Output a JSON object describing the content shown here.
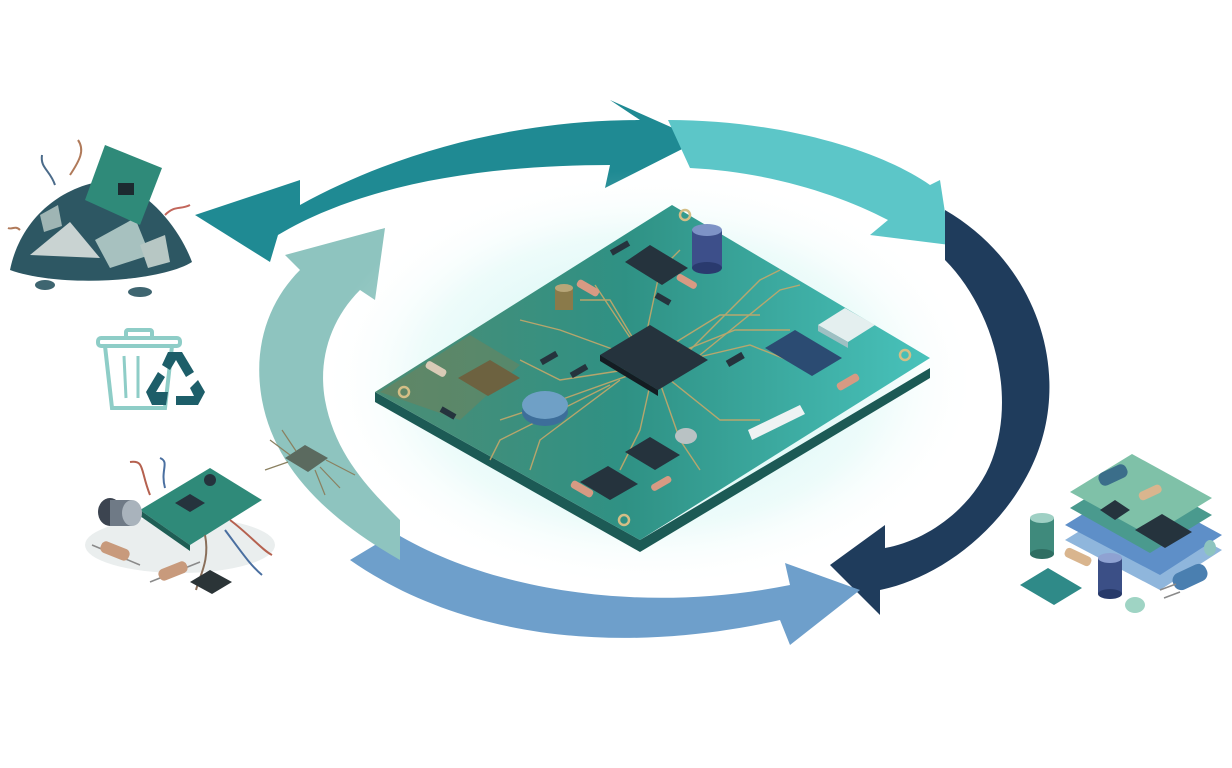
{
  "diagram": {
    "type": "circular-lifecycle",
    "center": "circuit-board",
    "stages": [
      {
        "id": "e-waste",
        "icon": "e-waste-pile-icon"
      },
      {
        "id": "recycle",
        "icon": "recycle-bin-icon"
      },
      {
        "id": "disassembly",
        "icon": "dismantled-board-icon"
      },
      {
        "id": "new-components",
        "icon": "component-stack-icon"
      }
    ],
    "arrows": [
      {
        "id": "arrow-top-left",
        "color": "#1f8a93"
      },
      {
        "id": "arrow-top-right",
        "color": "#5cc6c8"
      },
      {
        "id": "arrow-right",
        "color": "#1f3c5c"
      },
      {
        "id": "arrow-bottom",
        "color": "#6e9fcb"
      },
      {
        "id": "arrow-left",
        "color": "#8ec4bf"
      }
    ],
    "colors": {
      "board": "#2f9184",
      "chip": "#25333d",
      "trace": "#c5a86a",
      "glow": "#7fe7e1",
      "recycle_green": "#1d5e69"
    }
  }
}
